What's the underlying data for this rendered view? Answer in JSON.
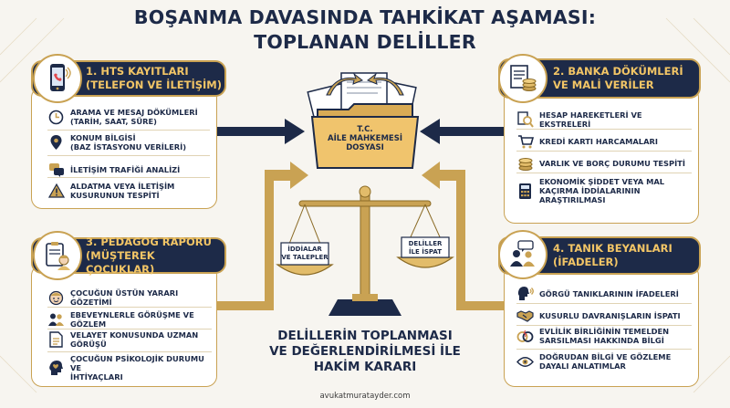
{
  "title": {
    "line1": "BOŞANMA DAVASINDA TAHKİKAT AŞAMASI:",
    "line2": "TOPLANAN DELİLLER"
  },
  "colors": {
    "navy": "#1d2a48",
    "gold": "#c9a253",
    "gold_text": "#f2c566",
    "background": "#f7f5f0"
  },
  "cards": {
    "hts": {
      "title1": "1. HTS KAYITLARI",
      "title2": "(TELEFON VE İLETİŞİM)",
      "icon": "smartphone-icon",
      "items": [
        {
          "line1": "ARAMA VE MESAJ DÖKÜMLERİ",
          "line2": "(TARİH, SAAT, SÜRE)",
          "icon": "clock-icon"
        },
        {
          "line1": "KONUM BİLGİSİ",
          "line2": "(BAZ İSTASYONU VERİLERİ)",
          "icon": "location-pin-icon"
        },
        {
          "line1": "İLETİŞİM TRAFİĞİ ANALİZİ",
          "line2": "",
          "icon": "chat-bubbles-icon"
        },
        {
          "line1": "ALDATMA VEYA İLETİŞİM",
          "line2": "KUSURUNUN TESPİTİ",
          "icon": "warning-icon"
        }
      ]
    },
    "banka": {
      "title1": "2. BANKA DÖKÜMLERİ",
      "title2": "VE MALİ VERİLER",
      "icon": "bank-statement-coins-icon",
      "items": [
        {
          "line1": "HESAP HAREKETLERİ VE EKSTRELERİ",
          "line2": "",
          "line3": "",
          "icon": "magnifier-document-icon"
        },
        {
          "line1": "KREDİ KARTI HARCAMALARI",
          "line2": "",
          "line3": "",
          "icon": "shopping-cart-icon"
        },
        {
          "line1": "VARLIK VE BORÇ DURUMU TESPİTİ",
          "line2": "",
          "line3": "",
          "icon": "coins-icon"
        },
        {
          "line1": "EKONOMİK ŞİDDET VEYA MAL",
          "line2": "KAÇIRMA İDDİALARININ",
          "line3": "ARAŞTIRILMASI",
          "icon": "calculator-icon"
        }
      ]
    },
    "pedagog": {
      "title1": "3. PEDAGOG RAPORU",
      "title2": "(MÜŞTEREK ÇOCUKLAR)",
      "icon": "clipboard-child-icon",
      "items": [
        {
          "line1": "ÇOCUĞUN ÜSTÜN YARARI GÖZETİMİ",
          "line2": "",
          "icon": "child-face-icon"
        },
        {
          "line1": "EBEVEYNLERLE GÖRÜŞME VE GÖZLEM",
          "line2": "",
          "icon": "people-icon"
        },
        {
          "line1": "VELAYET KONUSUNDA UZMAN",
          "line2": "GÖRÜŞÜ",
          "icon": "document-icon"
        },
        {
          "line1": "ÇOCUĞUN PSİKOLOJİK DURUMU VE",
          "line2": "İHTİYAÇLARI",
          "icon": "head-heart-icon"
        }
      ]
    },
    "tanik": {
      "title1": "4. TANIK BEYANLARI",
      "title2": "(İFADELER)",
      "icon": "witnesses-speech-icon",
      "items": [
        {
          "line1": "GÖRGÜ TANIKLARININ İFADELERİ",
          "line2": "",
          "icon": "speaking-head-icon"
        },
        {
          "line1": "KUSURLU DAVRANIŞLARIN İSPATI",
          "line2": "",
          "icon": "handshake-icon"
        },
        {
          "line1": "EVLİLİK BİRLİĞİNİN TEMELDEN",
          "line2": "SARSILMASI HAKKINDA BİLGİ",
          "icon": "broken-rings-icon"
        },
        {
          "line1": "DOĞRUDAN BİLGİ VE GÖZLEME",
          "line2": "DAYALI ANLATIMLAR",
          "icon": "eye-icon"
        }
      ]
    }
  },
  "folder": {
    "line1": "T.C.",
    "line2": "AİLE MAHKEMESİ",
    "line3": "DOSYASI"
  },
  "scale": {
    "left_pan_line1": "İDDİALAR",
    "left_pan_line2": "VE TALEPLER",
    "right_pan_line1": "DELİLLER",
    "right_pan_line2": "İLE İSPAT"
  },
  "center": {
    "line1": "DELİLLERİN TOPLANMASI",
    "line2": "VE DEĞERLENDİRİLMESİ İLE",
    "line3": "HAKİM KARARI"
  },
  "footer": "avukatmuratayder.com"
}
